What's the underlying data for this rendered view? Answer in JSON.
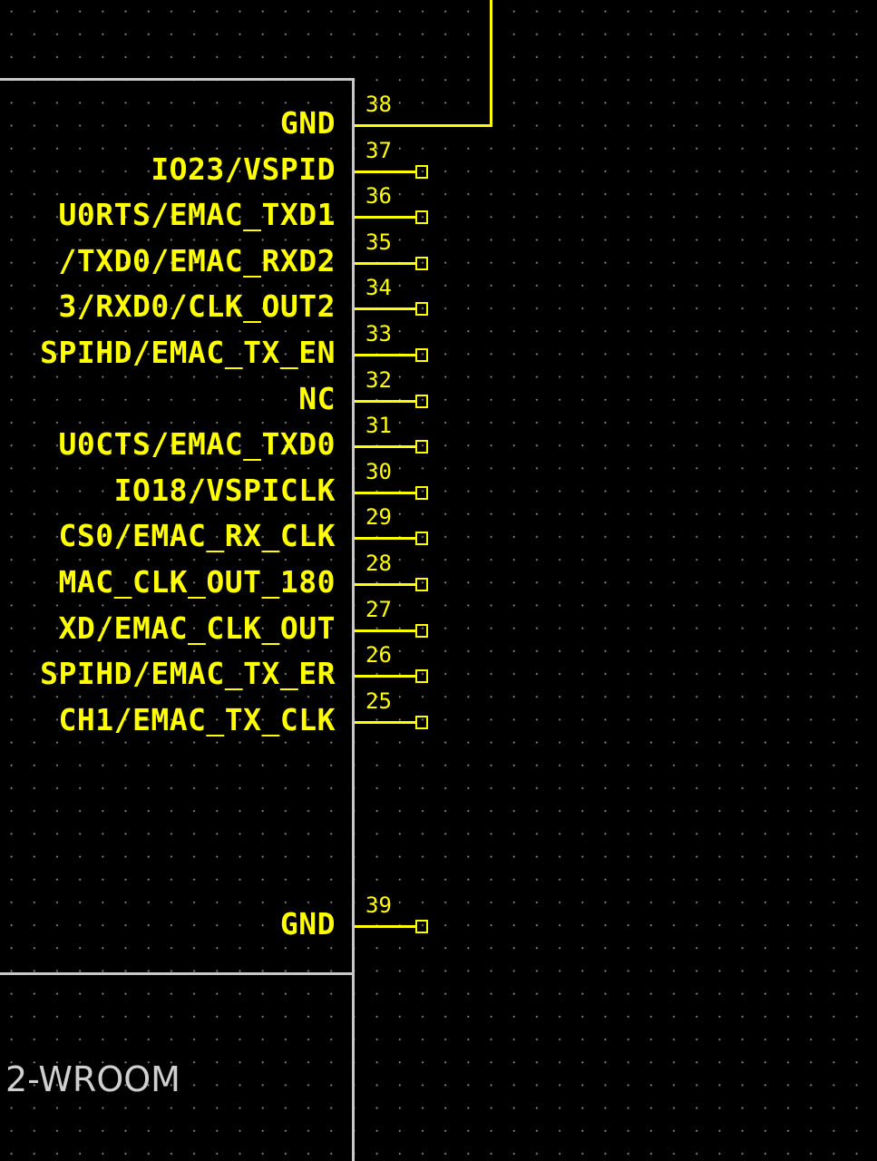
{
  "part": {
    "name_visible": "2-WROOM"
  },
  "colors": {
    "background": "#000000",
    "pin": "#ffff00",
    "outline": "#c8c8c8"
  },
  "pins": [
    {
      "number": "38",
      "label": "GND",
      "connected": true
    },
    {
      "number": "37",
      "label": "IO23/VSPID",
      "connected": false
    },
    {
      "number": "36",
      "label": "U0RTS/EMAC_TXD1",
      "connected": false
    },
    {
      "number": "35",
      "label": "/TXD0/EMAC_RXD2",
      "connected": false
    },
    {
      "number": "34",
      "label": "3/RXD0/CLK_OUT2",
      "connected": false
    },
    {
      "number": "33",
      "label": "SPIHD/EMAC_TX_EN",
      "connected": false
    },
    {
      "number": "32",
      "label": "NC",
      "connected": false
    },
    {
      "number": "31",
      "label": "U0CTS/EMAC_TXD0",
      "connected": false
    },
    {
      "number": "30",
      "label": "IO18/VSPICLK",
      "connected": false
    },
    {
      "number": "29",
      "label": "CS0/EMAC_RX_CLK",
      "connected": false
    },
    {
      "number": "28",
      "label": "MAC_CLK_OUT_180",
      "connected": false
    },
    {
      "number": "27",
      "label": "XD/EMAC_CLK_OUT",
      "connected": false
    },
    {
      "number": "26",
      "label": "SPIHD/EMAC_TX_ER",
      "connected": false
    },
    {
      "number": "25",
      "label": "CH1/EMAC_TX_CLK",
      "connected": false
    },
    {
      "number": "39",
      "label": "GND",
      "connected": false
    }
  ]
}
